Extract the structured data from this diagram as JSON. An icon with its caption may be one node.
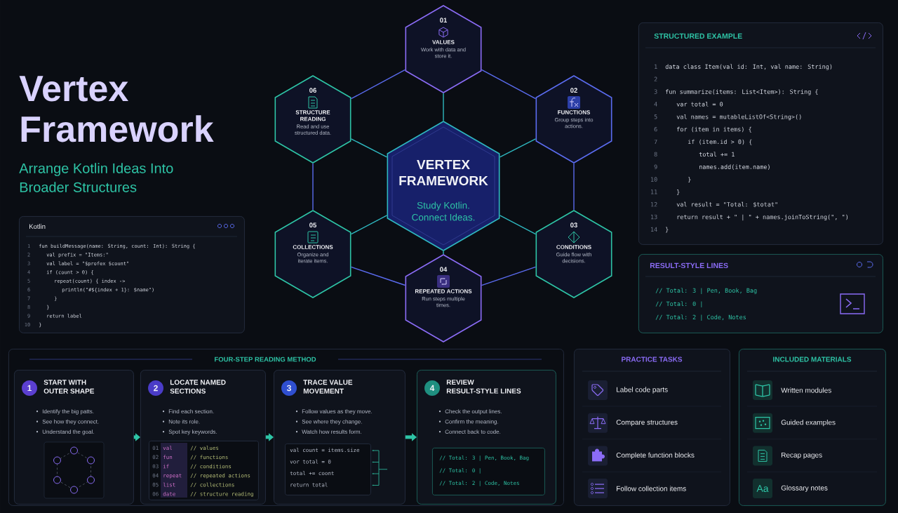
{
  "diagram": {
    "title": "Vertex Framework",
    "nodes": [
      {
        "text": [
          "VERTEX FRAMEWORK",
          "Study Kotlin. Connect Ideas."
        ]
      },
      {
        "text": [
          "01",
          "VALUES",
          "Work with data and store it."
        ]
      },
      {
        "text": [
          "02",
          "FUNCTIONS",
          "Group steps into actions."
        ]
      },
      {
        "text": [
          "03",
          "CONDITIONS",
          "Guide flow with decisions."
        ]
      },
      {
        "text": [
          "04",
          "REPEATED ACTIONS",
          "Run steps multiple times."
        ]
      },
      {
        "text": [
          "05",
          "COLLECTIONS",
          "Organize and iterate items."
        ]
      },
      {
        "text": [
          "06",
          "STRUCTURE READING",
          "Read and use structured data."
        ]
      },
      {
        "text": [
          "Kotlin",
          "1 2 3 4 5 6 7 8 9 10",
          "fun buildMessage(name: String, count: Int): String {",
          "val prefix = \"Items:\"",
          "val label = \"$profex $count\"",
          "if (count > 0) {",
          "repeat(count) { index ->",
          "println(\"#${index + 1}: $name\")",
          "}",
          "}",
          "return label",
          "}"
        ]
      },
      {
        "text": [
          "STRUCTURED EXAMPLE",
          "1 2 3 4 5 6 7 8 9 10 11 12 13 14",
          "data class Item(val id: Int, val name: String)",
          "fun summarize(items: List<Item>): String {",
          "var total = 0",
          "val names = mutableListOf<String>()",
          "for (item in items) {",
          "if (item.id > 0) {",
          "total += 1",
          "names.add(item.name)",
          "}",
          "}",
          "val result = \"Total: $totat\"",
          "return result + \" | \" + names.joinToString(\", \")",
          "}"
        ]
      },
      {
        "text": [
          "RESULT-STYLE LINES",
          "// Total: 3 | Pen, Book, Bag",
          "// Total: 0 |",
          "// Total: 2 | Code, Notes"
        ]
      },
      {
        "text": [
          "FOUR-STEP READING METHOD"
        ]
      },
      {
        "text": [
          "1",
          "START WITH OUTER SHAPE",
          "Identify the big patts.",
          "See how they connect.",
          "Understand the goal."
        ],
        "in": 10
      },
      {
        "text": [
          "2",
          "LOCATE NAMED SECTIONS",
          "Find each section.",
          "Note its role.",
          "Spot key keywords."
        ],
        "in": 10
      },
      {
        "text": [
          "01",
          "val",
          "// values",
          "02",
          "fun",
          "// functions",
          "03",
          "if",
          "// conditions",
          "04",
          "repeat",
          "// repeated actions",
          "05",
          "list",
          "// collections",
          "06",
          "date",
          "// structure reading"
        ],
        "in": 12
      },
      {
        "text": [
          "3",
          "TRACE VALUE MOVEMENT",
          "Follow values as they move.",
          "See where they change.",
          "Watch how results form."
        ],
        "in": 10
      },
      {
        "text": [
          "val count = items.size",
          "vor total = 0",
          "total += coont",
          "return total"
        ],
        "in": 14
      },
      {
        "text": [
          "4",
          "REVIEW RESULT-STYLE LINES",
          "Check the output lines.",
          "Confirm the meaning.",
          "Connect back to code."
        ],
        "in": 10
      },
      {
        "text": [
          "// Total: 3 | Pen, Book, Bag",
          "// Total: 0 |",
          "// Total: 2 | Code, Notes"
        ],
        "in": 16
      },
      {
        "text": [
          "PRACTICE TASKS",
          "Label code parts",
          "Compare structures",
          "Complete function blocks",
          "Follow collection items"
        ]
      },
      {
        "text": [
          "INCLUDED MATERIALS",
          "Written modules",
          "Guided examples",
          "Recap pages",
          "Glossary notes"
        ]
      }
    ],
    "edges": [
      {
        "from": 1,
        "to": 2,
        "arrow": "none"
      },
      {
        "from": 2,
        "to": 3,
        "arrow": "none"
      },
      {
        "from": 3,
        "to": 4,
        "arrow": "none"
      },
      {
        "from": 4,
        "to": 5,
        "arrow": "none"
      },
      {
        "from": 5,
        "to": 6,
        "arrow": "none"
      },
      {
        "from": 6,
        "to": 1,
        "arrow": "none"
      },
      {
        "from": 0,
        "to": 1,
        "arrow": "none",
        "color": "#2fb8c0"
      },
      {
        "from": 0,
        "to": 2,
        "arrow": "none",
        "color": "#2fb8c0"
      },
      {
        "from": 0,
        "to": 3,
        "arrow": "none",
        "color": "#2fb8c0"
      },
      {
        "from": 0,
        "to": 4,
        "arrow": "none",
        "color": "#2fb8c0"
      },
      {
        "from": 0,
        "to": 5,
        "arrow": "none",
        "color": "#2fb8c0"
      },
      {
        "from": 0,
        "to": 6,
        "arrow": "none",
        "color": "#2fb8c0"
      },
      {
        "from": 11,
        "to": 12,
        "arrow": "to",
        "style": "thick",
        "color": "#2ec4a6"
      },
      {
        "from": 12,
        "to": 14,
        "arrow": "to",
        "style": "thick",
        "color": "#2ec4a6"
      },
      {
        "from": 14,
        "to": 16,
        "arrow": "to",
        "style": "thick",
        "color": "#2ec4a6"
      }
    ],
    "labels": [
      "Arrange Kotlin Ideas Into Broader Structures",
      "Aa"
    ]
  }
}
